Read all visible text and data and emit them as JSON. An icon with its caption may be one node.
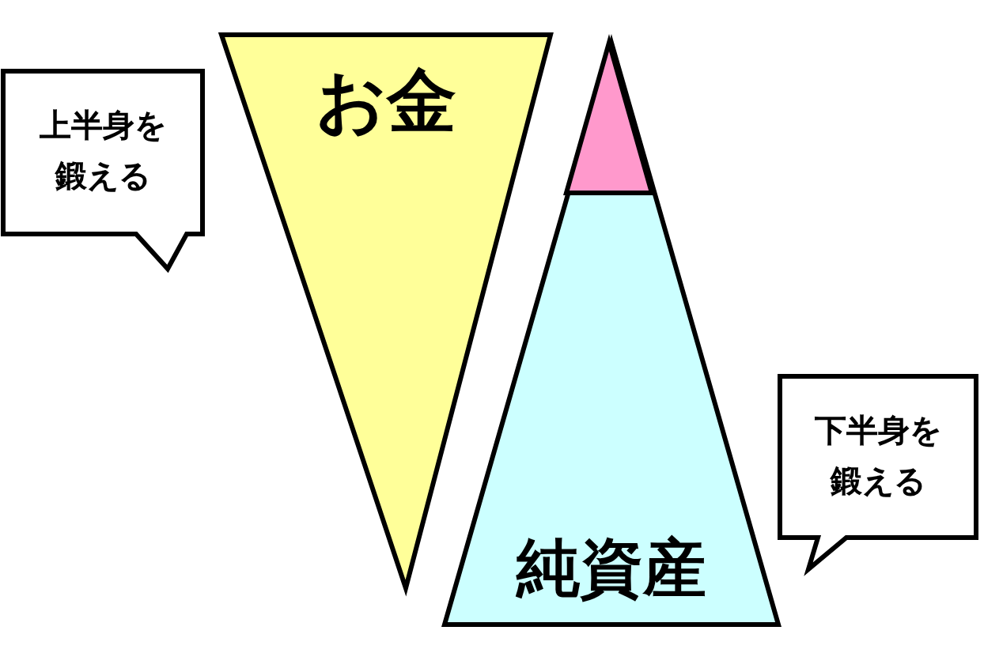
{
  "diagram": {
    "nodes": [
      {
        "text": [
          "上半身を鍛える"
        ]
      },
      {
        "text": [
          "お金"
        ]
      },
      {
        "text": [
          "純資産"
        ]
      },
      {
        "text": [],
        "shape": "triangle",
        "in": 2
      },
      {
        "text": [
          "下半身を鍛える"
        ]
      }
    ]
  }
}
